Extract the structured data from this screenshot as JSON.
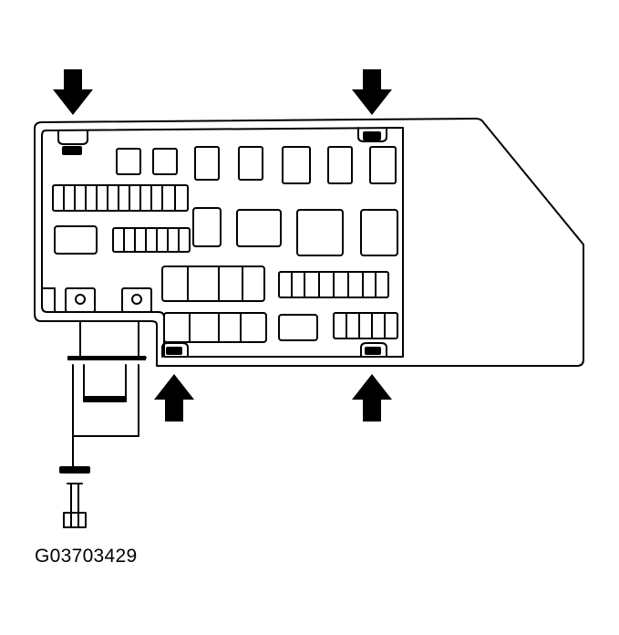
{
  "figure": {
    "code": "G03703429"
  },
  "colors": {
    "line": "#000000",
    "background": "#ffffff"
  },
  "callouts": {
    "count": 4,
    "directions": [
      "down",
      "down",
      "up",
      "up"
    ],
    "icon": "arrow-icon"
  }
}
